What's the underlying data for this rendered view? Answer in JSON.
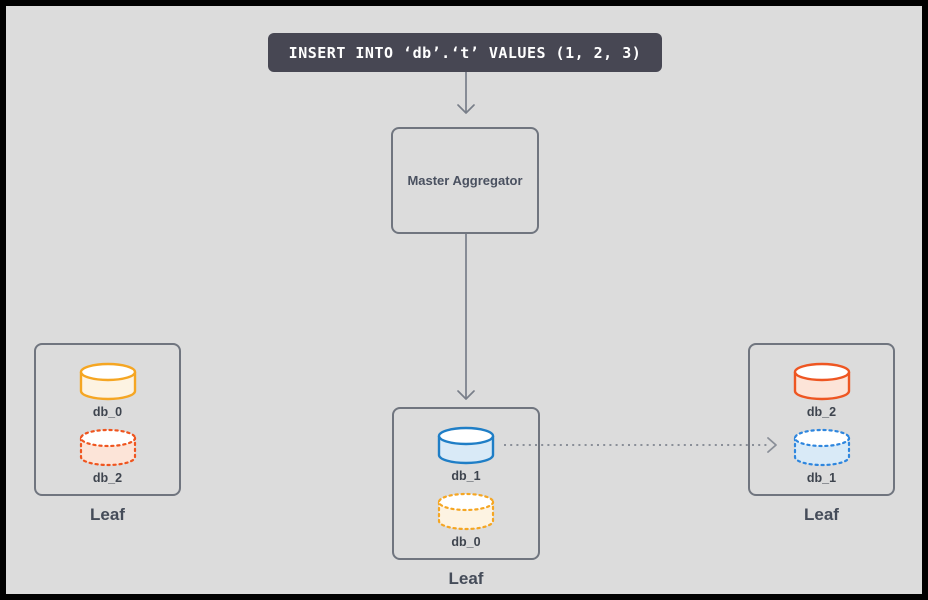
{
  "canvas": {
    "background": "#dcdcdc",
    "frame_color": "#000000"
  },
  "query_box": {
    "text": "INSERT INTO ‘db’.‘t’ VALUES (1, 2, 3)",
    "background": "#474753",
    "text_color": "#ffffff"
  },
  "master_aggregator": {
    "label": "Master Aggregator"
  },
  "leaves": {
    "left": {
      "label": "Leaf",
      "databases": [
        {
          "name": "db_0",
          "outline": "solid",
          "border_color": "#F5A623",
          "body_fill": "#FDF3E2",
          "top_fill": "#FFFFFF"
        },
        {
          "name": "db_2",
          "outline": "dotted",
          "border_color": "#EF551F",
          "body_fill": "#FCE4D8",
          "top_fill": "#FFFFFF"
        }
      ]
    },
    "center": {
      "label": "Leaf",
      "databases": [
        {
          "name": "db_1",
          "outline": "solid",
          "border_color": "#1F7EC6",
          "body_fill": "#D9EAF7",
          "top_fill": "#FFFFFF"
        },
        {
          "name": "db_0",
          "outline": "dotted",
          "border_color": "#F5A623",
          "body_fill": "#FDF3E2",
          "top_fill": "#FFFFFF"
        }
      ]
    },
    "right": {
      "label": "Leaf",
      "databases": [
        {
          "name": "db_2",
          "outline": "solid",
          "border_color": "#EE5622",
          "body_fill": "#FCE4D8",
          "top_fill": "#FFFFFF"
        },
        {
          "name": "db_1",
          "outline": "dotted",
          "border_color": "#2E86DE",
          "body_fill": "#D9EAF7",
          "top_fill": "#FFFFFF"
        }
      ]
    }
  },
  "connections": [
    {
      "from": "query",
      "to": "master-aggregator",
      "style": "solid-arrow"
    },
    {
      "from": "master-aggregator",
      "to": "leaf-center",
      "style": "solid-arrow"
    },
    {
      "from": "leaf-center.db_1",
      "to": "leaf-right.db_1",
      "style": "dotted-arrow"
    }
  ],
  "arrow_colors": {
    "solid": "#787e89",
    "dotted": "#8a8f98"
  }
}
